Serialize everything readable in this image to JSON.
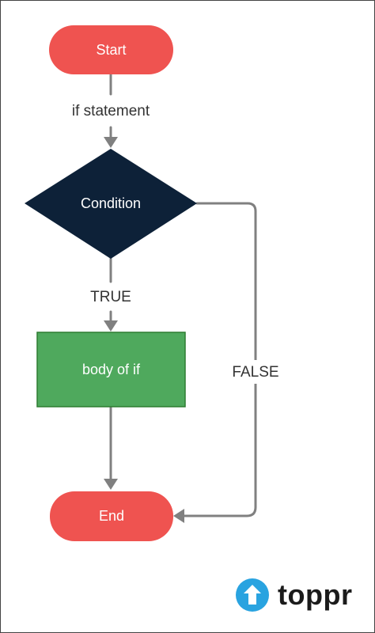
{
  "nodes": {
    "start": {
      "label": "Start",
      "color": "#ef5350"
    },
    "condition": {
      "label": "Condition",
      "color": "#0d2138"
    },
    "body": {
      "label": "body of if",
      "color": "#4fa95d",
      "border": "#2e7d32"
    },
    "end": {
      "label": "End",
      "color": "#ef5350"
    }
  },
  "edges": {
    "start_to_condition": "if statement",
    "condition_true": "TRUE",
    "condition_false": "FALSE"
  },
  "connector_color": "#808080",
  "logo": {
    "text": "toppr",
    "icon": "up-arrow-circle-icon",
    "color": "#29a3e0"
  }
}
